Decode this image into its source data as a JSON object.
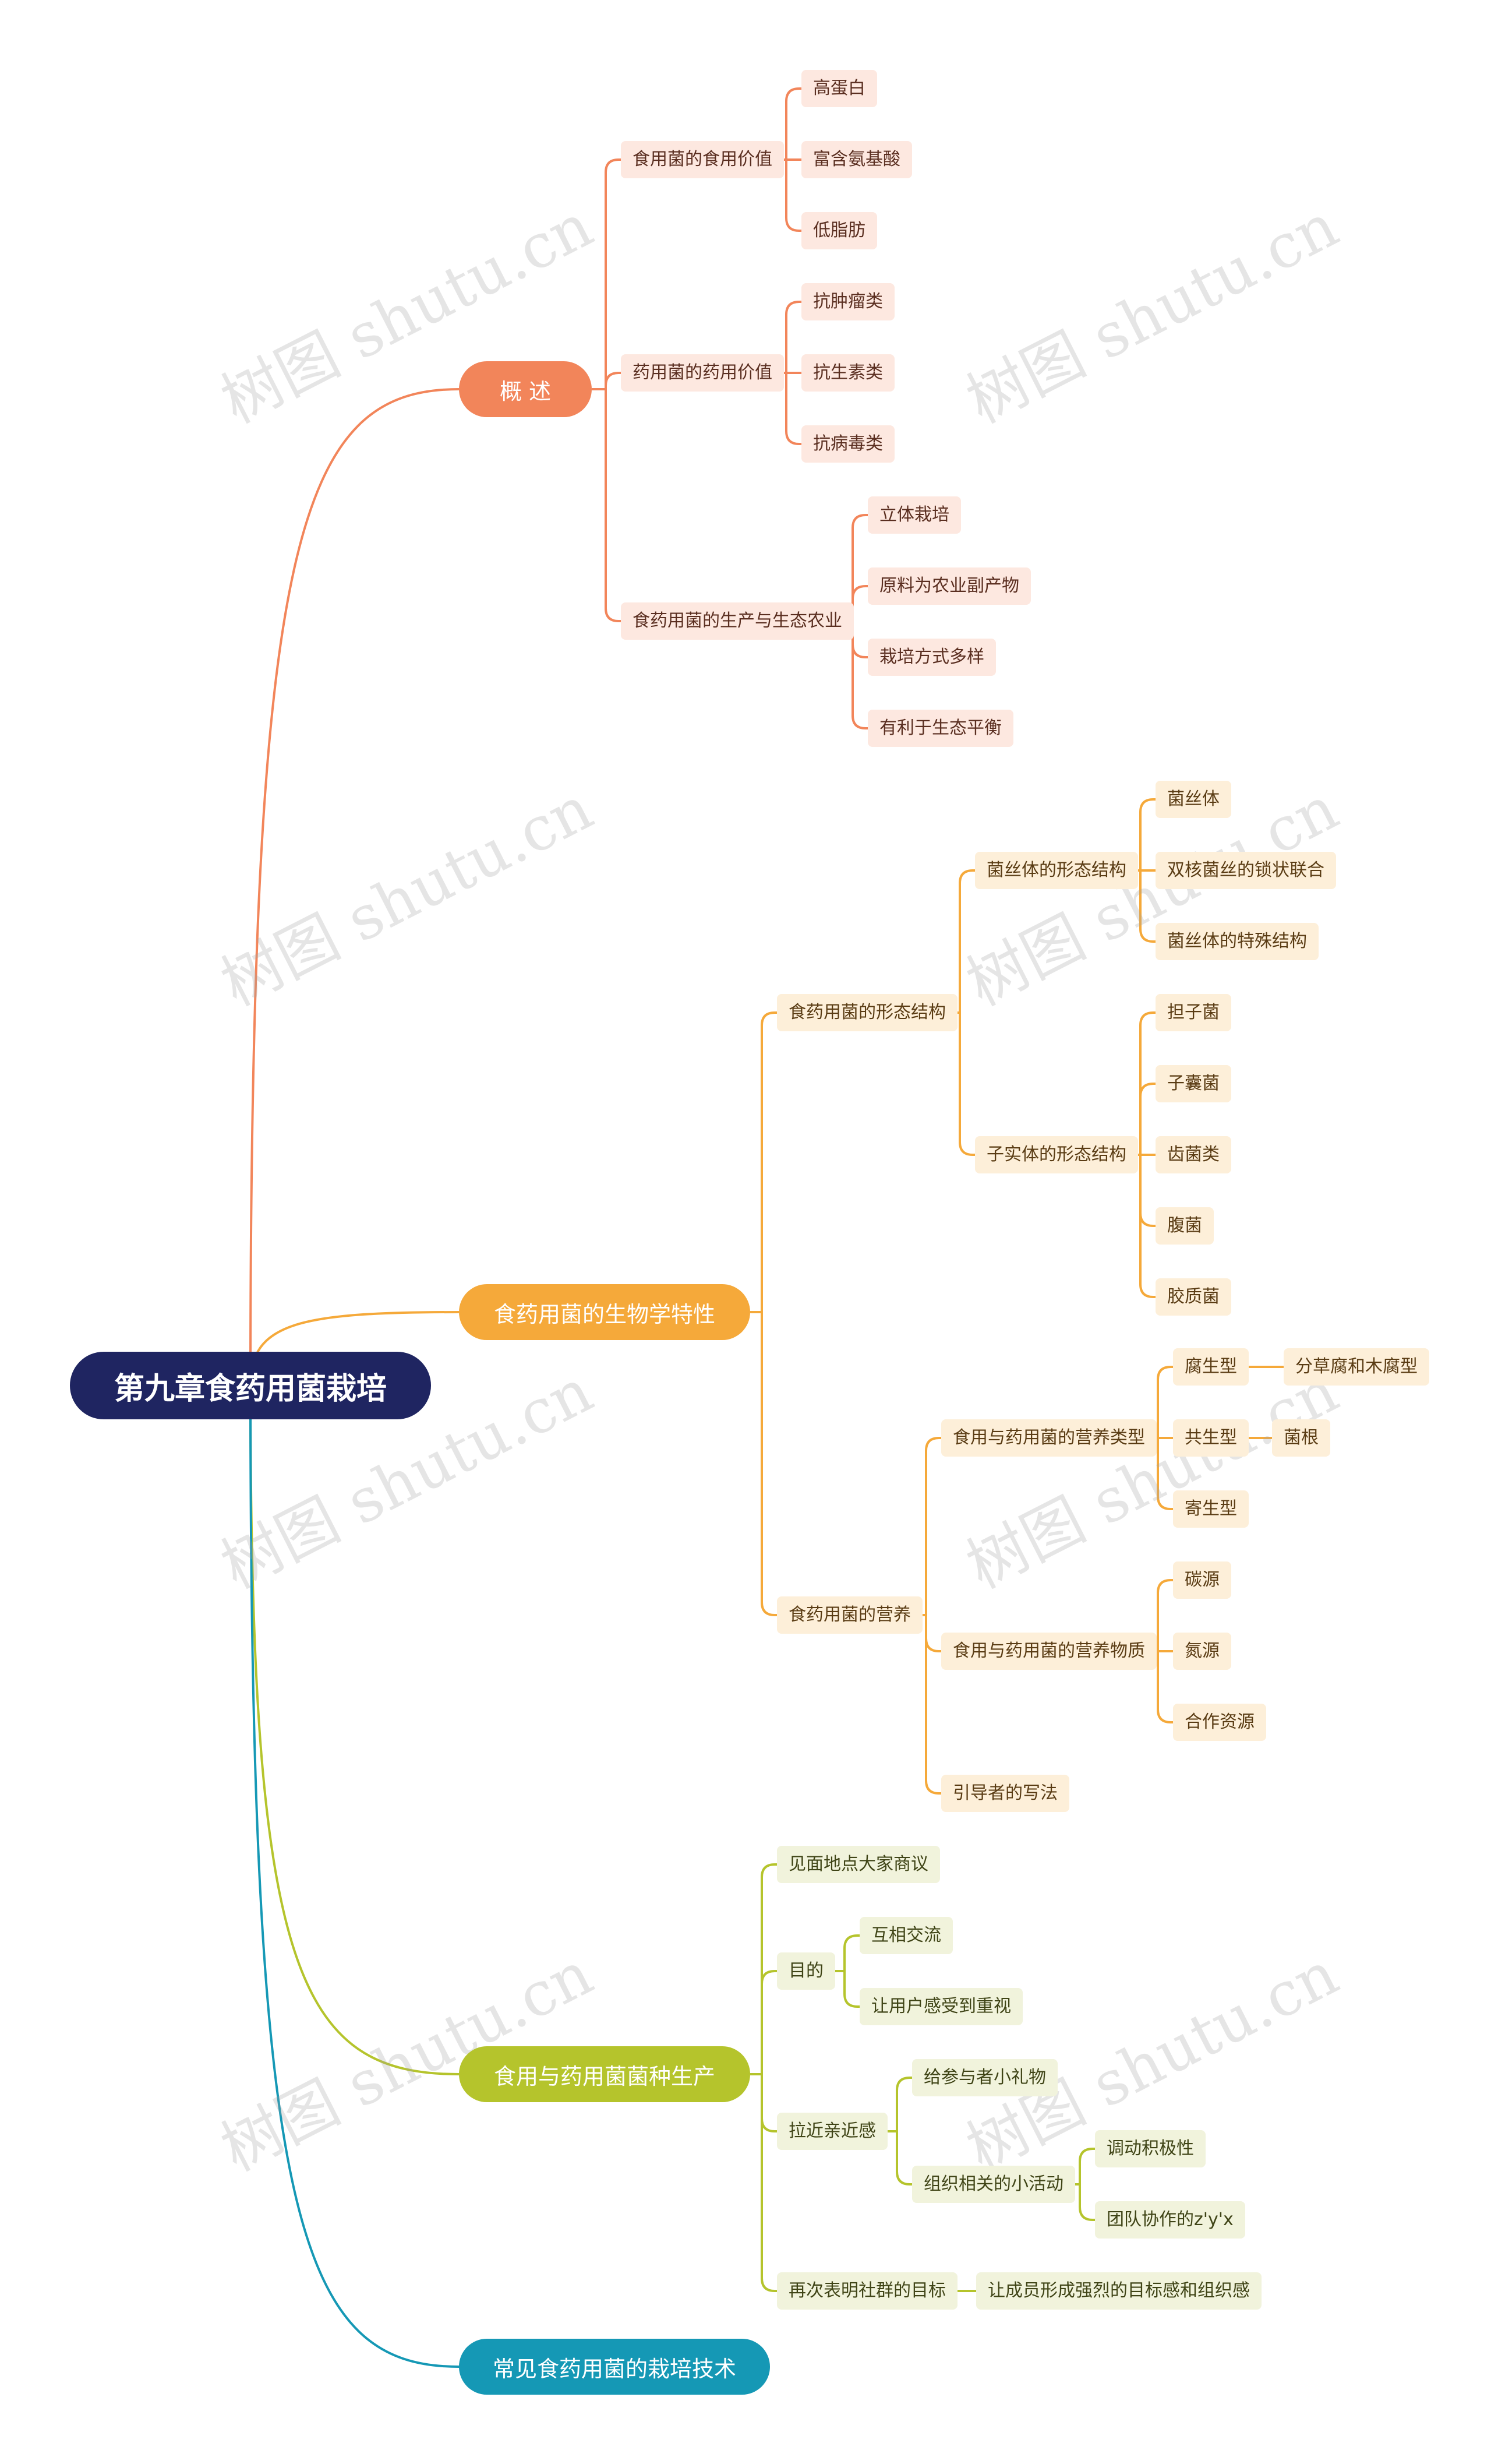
{
  "root": {
    "label": "第九章食药用菌栽培"
  },
  "branches": [
    {
      "label": "概  述",
      "color": "#f2855a"
    },
    {
      "label": "食药用菌的生物学特性",
      "color": "#f5a93a"
    },
    {
      "label": "食用与药用菌菌种生产",
      "color": "#b5c42c"
    },
    {
      "label": "常见食药用菌的栽培技术",
      "color": "#1598b5"
    }
  ],
  "overview": {
    "edible": {
      "label": "食用菌的食用价值",
      "items": [
        "高蛋白",
        "富含氨基酸",
        "低脂肪"
      ]
    },
    "medicinal": {
      "label": "药用菌的药用价值",
      "items": [
        "抗肿瘤类",
        "抗生素类",
        "抗病毒类"
      ]
    },
    "eco": {
      "label": "食药用菌的生产与生态农业",
      "items": [
        "立体栽培",
        "原料为农业副产物",
        "栽培方式多样",
        "有利于生态平衡"
      ]
    }
  },
  "biology": {
    "morphology": {
      "label": "食药用菌的形态结构",
      "mycelium": {
        "label": "菌丝体的形态结构",
        "items": [
          "菌丝体",
          "双核菌丝的锁状联合",
          "菌丝体的特殊结构"
        ]
      },
      "fruiting": {
        "label": "子实体的形态结构",
        "items": [
          "担子菌",
          "子囊菌",
          "齿菌类",
          "腹菌",
          "胶质菌"
        ]
      }
    },
    "nutrition": {
      "label": "食药用菌的营养",
      "types": {
        "label": "食用与药用菌的营养类型",
        "items": [
          "腐生型",
          "共生型",
          "寄生型"
        ],
        "saprophyte_detail": "分草腐和木腐型",
        "symbiont_detail": "菌根"
      },
      "substances": {
        "label": "食用与药用菌的营养物质",
        "items": [
          "碳源",
          "氮源",
          "合作资源"
        ]
      },
      "guide": "引导者的写法"
    }
  },
  "spawn": {
    "meet": "见面地点大家商议",
    "purpose": {
      "label": "目的",
      "items": [
        "互相交流",
        "让用户感受到重视"
      ]
    },
    "closer": {
      "label": "拉近亲近感",
      "gift": "给参与者小礼物",
      "activity": {
        "label": "组织相关的小活动",
        "items": [
          "调动积极性",
          "团队协作的z'y'x"
        ]
      }
    },
    "goal": {
      "label": "再次表明社群的目标",
      "detail": "让成员形成强烈的目标感和组织感"
    }
  },
  "watermark": "树图 shutu.cn"
}
